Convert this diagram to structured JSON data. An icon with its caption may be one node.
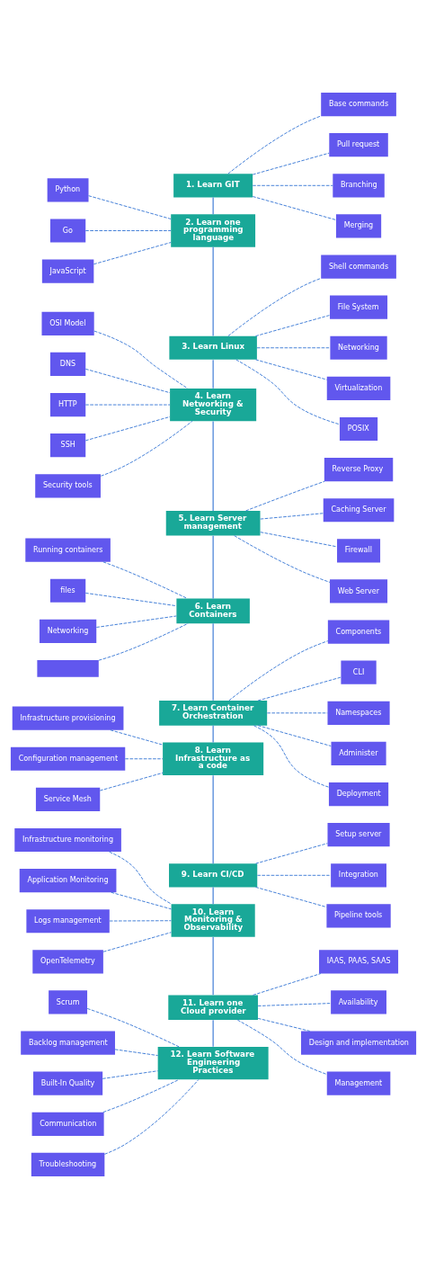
{
  "diagram": {
    "nodes": [
      {
        "text": [
          "1. Learn GIT"
        ]
      },
      {
        "text": [
          "Base commands"
        ]
      },
      {
        "text": [
          "Pull request"
        ]
      },
      {
        "text": [
          "Branching"
        ]
      },
      {
        "text": [
          "Merging"
        ]
      },
      {
        "text": [
          "2. Learn one programming language"
        ]
      },
      {
        "text": [
          "Python"
        ]
      },
      {
        "text": [
          "Go"
        ]
      },
      {
        "text": [
          "JavaScript"
        ]
      },
      {
        "text": [
          "3. Learn Linux"
        ]
      },
      {
        "text": [
          "Shell commands"
        ]
      },
      {
        "text": [
          "File System"
        ]
      },
      {
        "text": [
          "Networking"
        ]
      },
      {
        "text": [
          "Virtualization"
        ]
      },
      {
        "text": [
          "POSIX"
        ]
      },
      {
        "text": [
          "4. Learn Networking & Security"
        ]
      },
      {
        "text": [
          "OSI Model"
        ]
      },
      {
        "text": [
          "DNS"
        ]
      },
      {
        "text": [
          "HTTP"
        ]
      },
      {
        "text": [
          "SSH"
        ]
      },
      {
        "text": [
          "Security tools"
        ]
      },
      {
        "text": [
          "5. Learn Server management"
        ]
      },
      {
        "text": [
          "Reverse Proxy"
        ]
      },
      {
        "text": [
          "Caching Server"
        ]
      },
      {
        "text": [
          "Firewall"
        ]
      },
      {
        "text": [
          "Web Server"
        ]
      },
      {
        "text": [
          "6. Learn Containers"
        ]
      },
      {
        "text": [
          "Running containers"
        ]
      },
      {
        "text": [
          "files"
        ]
      },
      {
        "text": [
          "Networking"
        ]
      },
      {
        "text": [],
        "shape": "box"
      },
      {
        "text": [
          "7. Learn Container Orchestration"
        ]
      },
      {
        "text": [
          "Components"
        ]
      },
      {
        "text": [
          "CLI"
        ]
      },
      {
        "text": [
          "Namespaces"
        ]
      },
      {
        "text": [
          "Administer"
        ]
      },
      {
        "text": [
          "Deployment"
        ]
      },
      {
        "text": [
          "8. Learn Infrastructure as a code"
        ]
      },
      {
        "text": [
          "Infrastructure provisioning"
        ]
      },
      {
        "text": [
          "Configuration management"
        ]
      },
      {
        "text": [
          "Service Mesh"
        ]
      },
      {
        "text": [
          "9. Learn CI/CD"
        ]
      },
      {
        "text": [
          "Setup server"
        ]
      },
      {
        "text": [
          "Integration"
        ]
      },
      {
        "text": [
          "Pipeline tools"
        ]
      },
      {
        "text": [
          "10. Learn Monitoring & Observability"
        ]
      },
      {
        "text": [
          "Infrastructure monitoring"
        ]
      },
      {
        "text": [
          "Application Monitoring"
        ]
      },
      {
        "text": [
          "Logs management"
        ]
      },
      {
        "text": [
          "OpenTelemetry"
        ]
      },
      {
        "text": [
          "11. Learn one Cloud provider"
        ]
      },
      {
        "text": [
          "IAAS, PAAS, SAAS"
        ]
      },
      {
        "text": [
          "Availability"
        ]
      },
      {
        "text": [
          "Design and implementation"
        ]
      },
      {
        "text": [
          "Management"
        ]
      },
      {
        "text": [
          "12. Learn Software Engineering Practices"
        ]
      },
      {
        "text": [
          "Scrum"
        ]
      },
      {
        "text": [
          "Backlog management"
        ]
      },
      {
        "text": [
          "Built-In Quality"
        ]
      },
      {
        "text": [
          "Communication"
        ]
      },
      {
        "text": [
          "Troubleshooting"
        ]
      }
    ],
    "edges": [
      {
        "from": 0,
        "to": 1,
        "arrow": "none",
        "style": "dashed"
      },
      {
        "from": 0,
        "to": 2,
        "arrow": "none",
        "style": "dashed"
      },
      {
        "from": 0,
        "to": 3,
        "arrow": "none",
        "style": "dashed"
      },
      {
        "from": 0,
        "to": 4,
        "arrow": "none",
        "style": "dashed"
      },
      {
        "from": 0,
        "to": 5,
        "arrow": "none"
      },
      {
        "from": 6,
        "to": 5,
        "arrow": "none",
        "style": "dashed"
      },
      {
        "from": 7,
        "to": 5,
        "arrow": "none",
        "style": "dashed"
      },
      {
        "from": 8,
        "to": 5,
        "arrow": "none",
        "style": "dashed"
      },
      {
        "from": 5,
        "to": 9,
        "arrow": "none"
      },
      {
        "from": 9,
        "to": 10,
        "arrow": "none",
        "style": "dashed"
      },
      {
        "from": 9,
        "to": 11,
        "arrow": "none",
        "style": "dashed"
      },
      {
        "from": 9,
        "to": 12,
        "arrow": "none",
        "style": "dashed"
      },
      {
        "from": 9,
        "to": 13,
        "arrow": "none",
        "style": "dashed"
      },
      {
        "from": 9,
        "to": 14,
        "arrow": "none",
        "style": "dashed"
      },
      {
        "from": 9,
        "to": 15,
        "arrow": "none"
      },
      {
        "from": 16,
        "to": 15,
        "arrow": "none",
        "style": "dashed"
      },
      {
        "from": 17,
        "to": 15,
        "arrow": "none",
        "style": "dashed"
      },
      {
        "from": 18,
        "to": 15,
        "arrow": "none",
        "style": "dashed"
      },
      {
        "from": 19,
        "to": 15,
        "arrow": "none",
        "style": "dashed"
      },
      {
        "from": 20,
        "to": 15,
        "arrow": "none",
        "style": "dashed"
      },
      {
        "from": 15,
        "to": 21,
        "arrow": "none"
      },
      {
        "from": 21,
        "to": 22,
        "arrow": "none",
        "style": "dashed"
      },
      {
        "from": 21,
        "to": 23,
        "arrow": "none",
        "style": "dashed"
      },
      {
        "from": 21,
        "to": 24,
        "arrow": "none",
        "style": "dashed"
      },
      {
        "from": 21,
        "to": 25,
        "arrow": "none",
        "style": "dashed"
      },
      {
        "from": 21,
        "to": 26,
        "arrow": "none"
      },
      {
        "from": 27,
        "to": 26,
        "arrow": "none",
        "style": "dashed"
      },
      {
        "from": 28,
        "to": 26,
        "arrow": "none",
        "style": "dashed"
      },
      {
        "from": 29,
        "to": 26,
        "arrow": "none",
        "style": "dashed"
      },
      {
        "from": 30,
        "to": 26,
        "arrow": "none",
        "style": "dashed"
      },
      {
        "from": 26,
        "to": 31,
        "arrow": "none"
      },
      {
        "from": 31,
        "to": 32,
        "arrow": "none",
        "style": "dashed"
      },
      {
        "from": 31,
        "to": 33,
        "arrow": "none",
        "style": "dashed"
      },
      {
        "from": 31,
        "to": 34,
        "arrow": "none",
        "style": "dashed"
      },
      {
        "from": 31,
        "to": 35,
        "arrow": "none",
        "style": "dashed"
      },
      {
        "from": 31,
        "to": 36,
        "arrow": "none",
        "style": "dashed"
      },
      {
        "from": 31,
        "to": 37,
        "arrow": "none"
      },
      {
        "from": 38,
        "to": 37,
        "arrow": "none",
        "style": "dashed"
      },
      {
        "from": 39,
        "to": 37,
        "arrow": "none",
        "style": "dashed"
      },
      {
        "from": 40,
        "to": 37,
        "arrow": "none",
        "style": "dashed"
      },
      {
        "from": 37,
        "to": 41,
        "arrow": "none"
      },
      {
        "from": 41,
        "to": 42,
        "arrow": "none",
        "style": "dashed"
      },
      {
        "from": 41,
        "to": 43,
        "arrow": "none",
        "style": "dashed"
      },
      {
        "from": 41,
        "to": 44,
        "arrow": "none",
        "style": "dashed"
      },
      {
        "from": 41,
        "to": 45,
        "arrow": "none"
      },
      {
        "from": 46,
        "to": 45,
        "arrow": "none",
        "style": "dashed"
      },
      {
        "from": 47,
        "to": 45,
        "arrow": "none",
        "style": "dashed"
      },
      {
        "from": 48,
        "to": 45,
        "arrow": "none",
        "style": "dashed"
      },
      {
        "from": 49,
        "to": 45,
        "arrow": "none",
        "style": "dashed"
      },
      {
        "from": 45,
        "to": 50,
        "arrow": "none"
      },
      {
        "from": 50,
        "to": 51,
        "arrow": "none",
        "style": "dashed"
      },
      {
        "from": 50,
        "to": 52,
        "arrow": "none",
        "style": "dashed"
      },
      {
        "from": 50,
        "to": 53,
        "arrow": "none",
        "style": "dashed"
      },
      {
        "from": 50,
        "to": 54,
        "arrow": "none",
        "style": "dashed"
      },
      {
        "from": 50,
        "to": 55,
        "arrow": "none"
      },
      {
        "from": 56,
        "to": 55,
        "arrow": "none",
        "style": "dashed"
      },
      {
        "from": 57,
        "to": 55,
        "arrow": "none",
        "style": "dashed"
      },
      {
        "from": 58,
        "to": 55,
        "arrow": "none",
        "style": "dashed"
      },
      {
        "from": 59,
        "to": 55,
        "arrow": "none",
        "style": "dashed"
      },
      {
        "from": 60,
        "to": 55,
        "arrow": "none",
        "style": "dashed"
      }
    ]
  }
}
